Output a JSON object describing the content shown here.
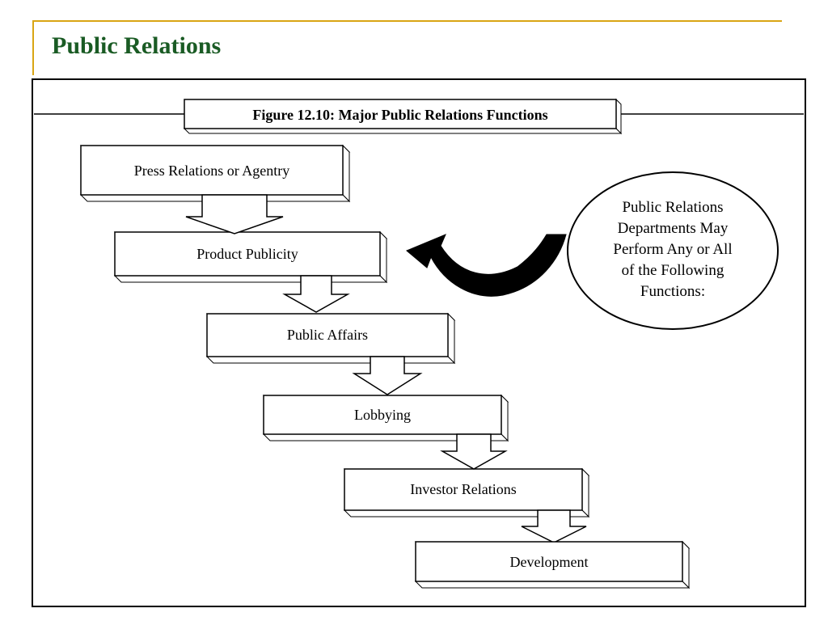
{
  "slide": {
    "title": "Public Relations",
    "accent_color": "#d9a514",
    "title_color": "#1a5b24"
  },
  "figure": {
    "caption": "Figure 12.10: Major Public Relations Functions",
    "functions": [
      "Press Relations or Agentry",
      "Product Publicity",
      "Public Affairs",
      "Lobbying",
      "Investor Relations",
      "Development"
    ],
    "callout": {
      "lines": [
        "Public Relations",
        "Departments May",
        "Perform Any or All",
        "of the Following",
        "Functions:"
      ]
    }
  }
}
